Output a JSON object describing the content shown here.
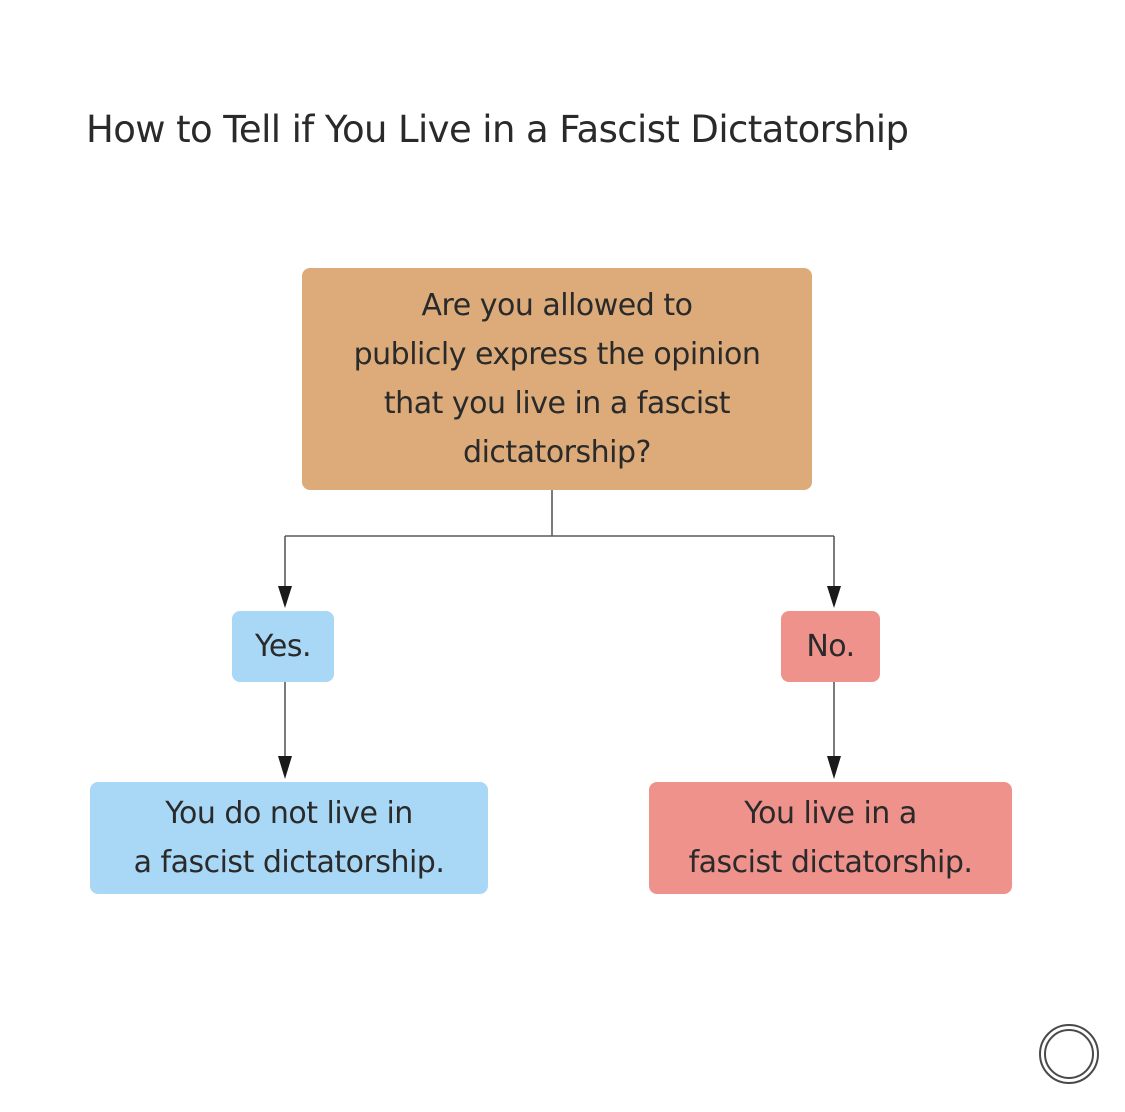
{
  "title": "How to Tell if You Live in a Fascist Dictatorship",
  "question": "Are you allowed to\npublicly express the opinion\nthat you live in a fascist\ndictatorship?",
  "branches": {
    "yes": {
      "answer": "Yes.",
      "result": "You do not live in\na fascist dictatorship."
    },
    "no": {
      "answer": "No.",
      "result": "You live in a\nfascist dictatorship."
    }
  },
  "colors": {
    "question_fill": "#dcab79",
    "yes_fill": "#a9d8f6",
    "no_fill": "#ee928b",
    "connector": "#5a5a5a",
    "arrow": "#1a1a1a"
  },
  "icons": {
    "record_button": "circle-button-icon"
  }
}
